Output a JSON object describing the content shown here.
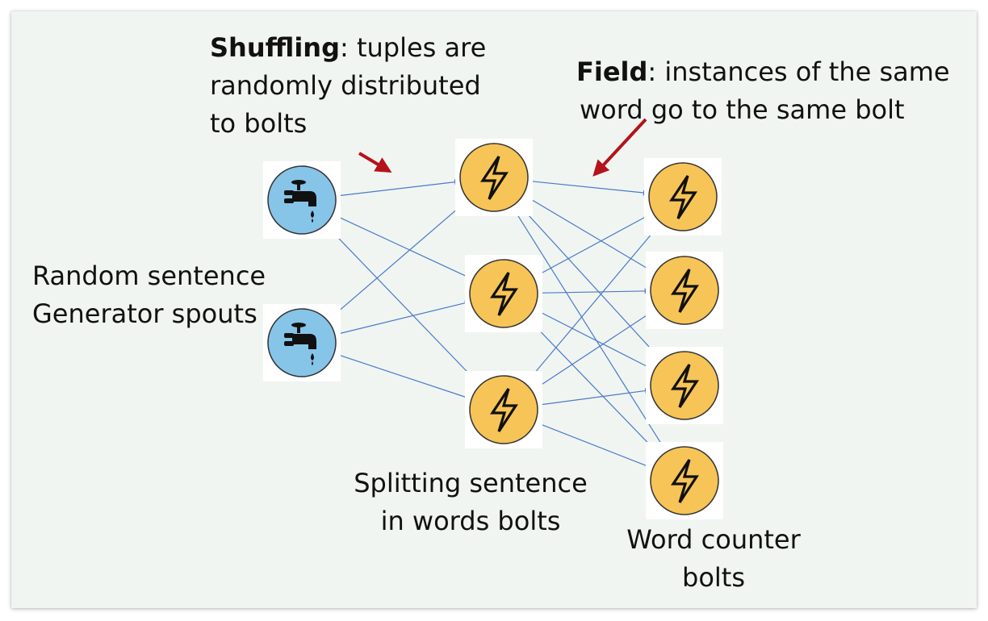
{
  "annotations": {
    "shuffling": {
      "term": "Shuffling",
      "rest": ": tuples are",
      "line2": "randomly distributed",
      "line3": "to bolts"
    },
    "field": {
      "term": "Field",
      "rest": ": instances of the same",
      "line2": "word go to the same bolt"
    }
  },
  "groups": {
    "spouts": {
      "line1": "Random sentence",
      "line2": "Generator spouts"
    },
    "split_bolts": {
      "line1": "Splitting sentence",
      "line2": "in words bolts"
    },
    "count_bolts": {
      "line1": "Word counter",
      "line2": "bolts"
    }
  },
  "colors": {
    "spout_fill": "#86c4e8",
    "bolt_fill": "#f6c457",
    "edge": "#4a7ac9",
    "pointer_arrow": "#b5121b"
  },
  "icons": {
    "spout": "water-tap-icon",
    "bolt": "lightning-bolt-icon"
  }
}
